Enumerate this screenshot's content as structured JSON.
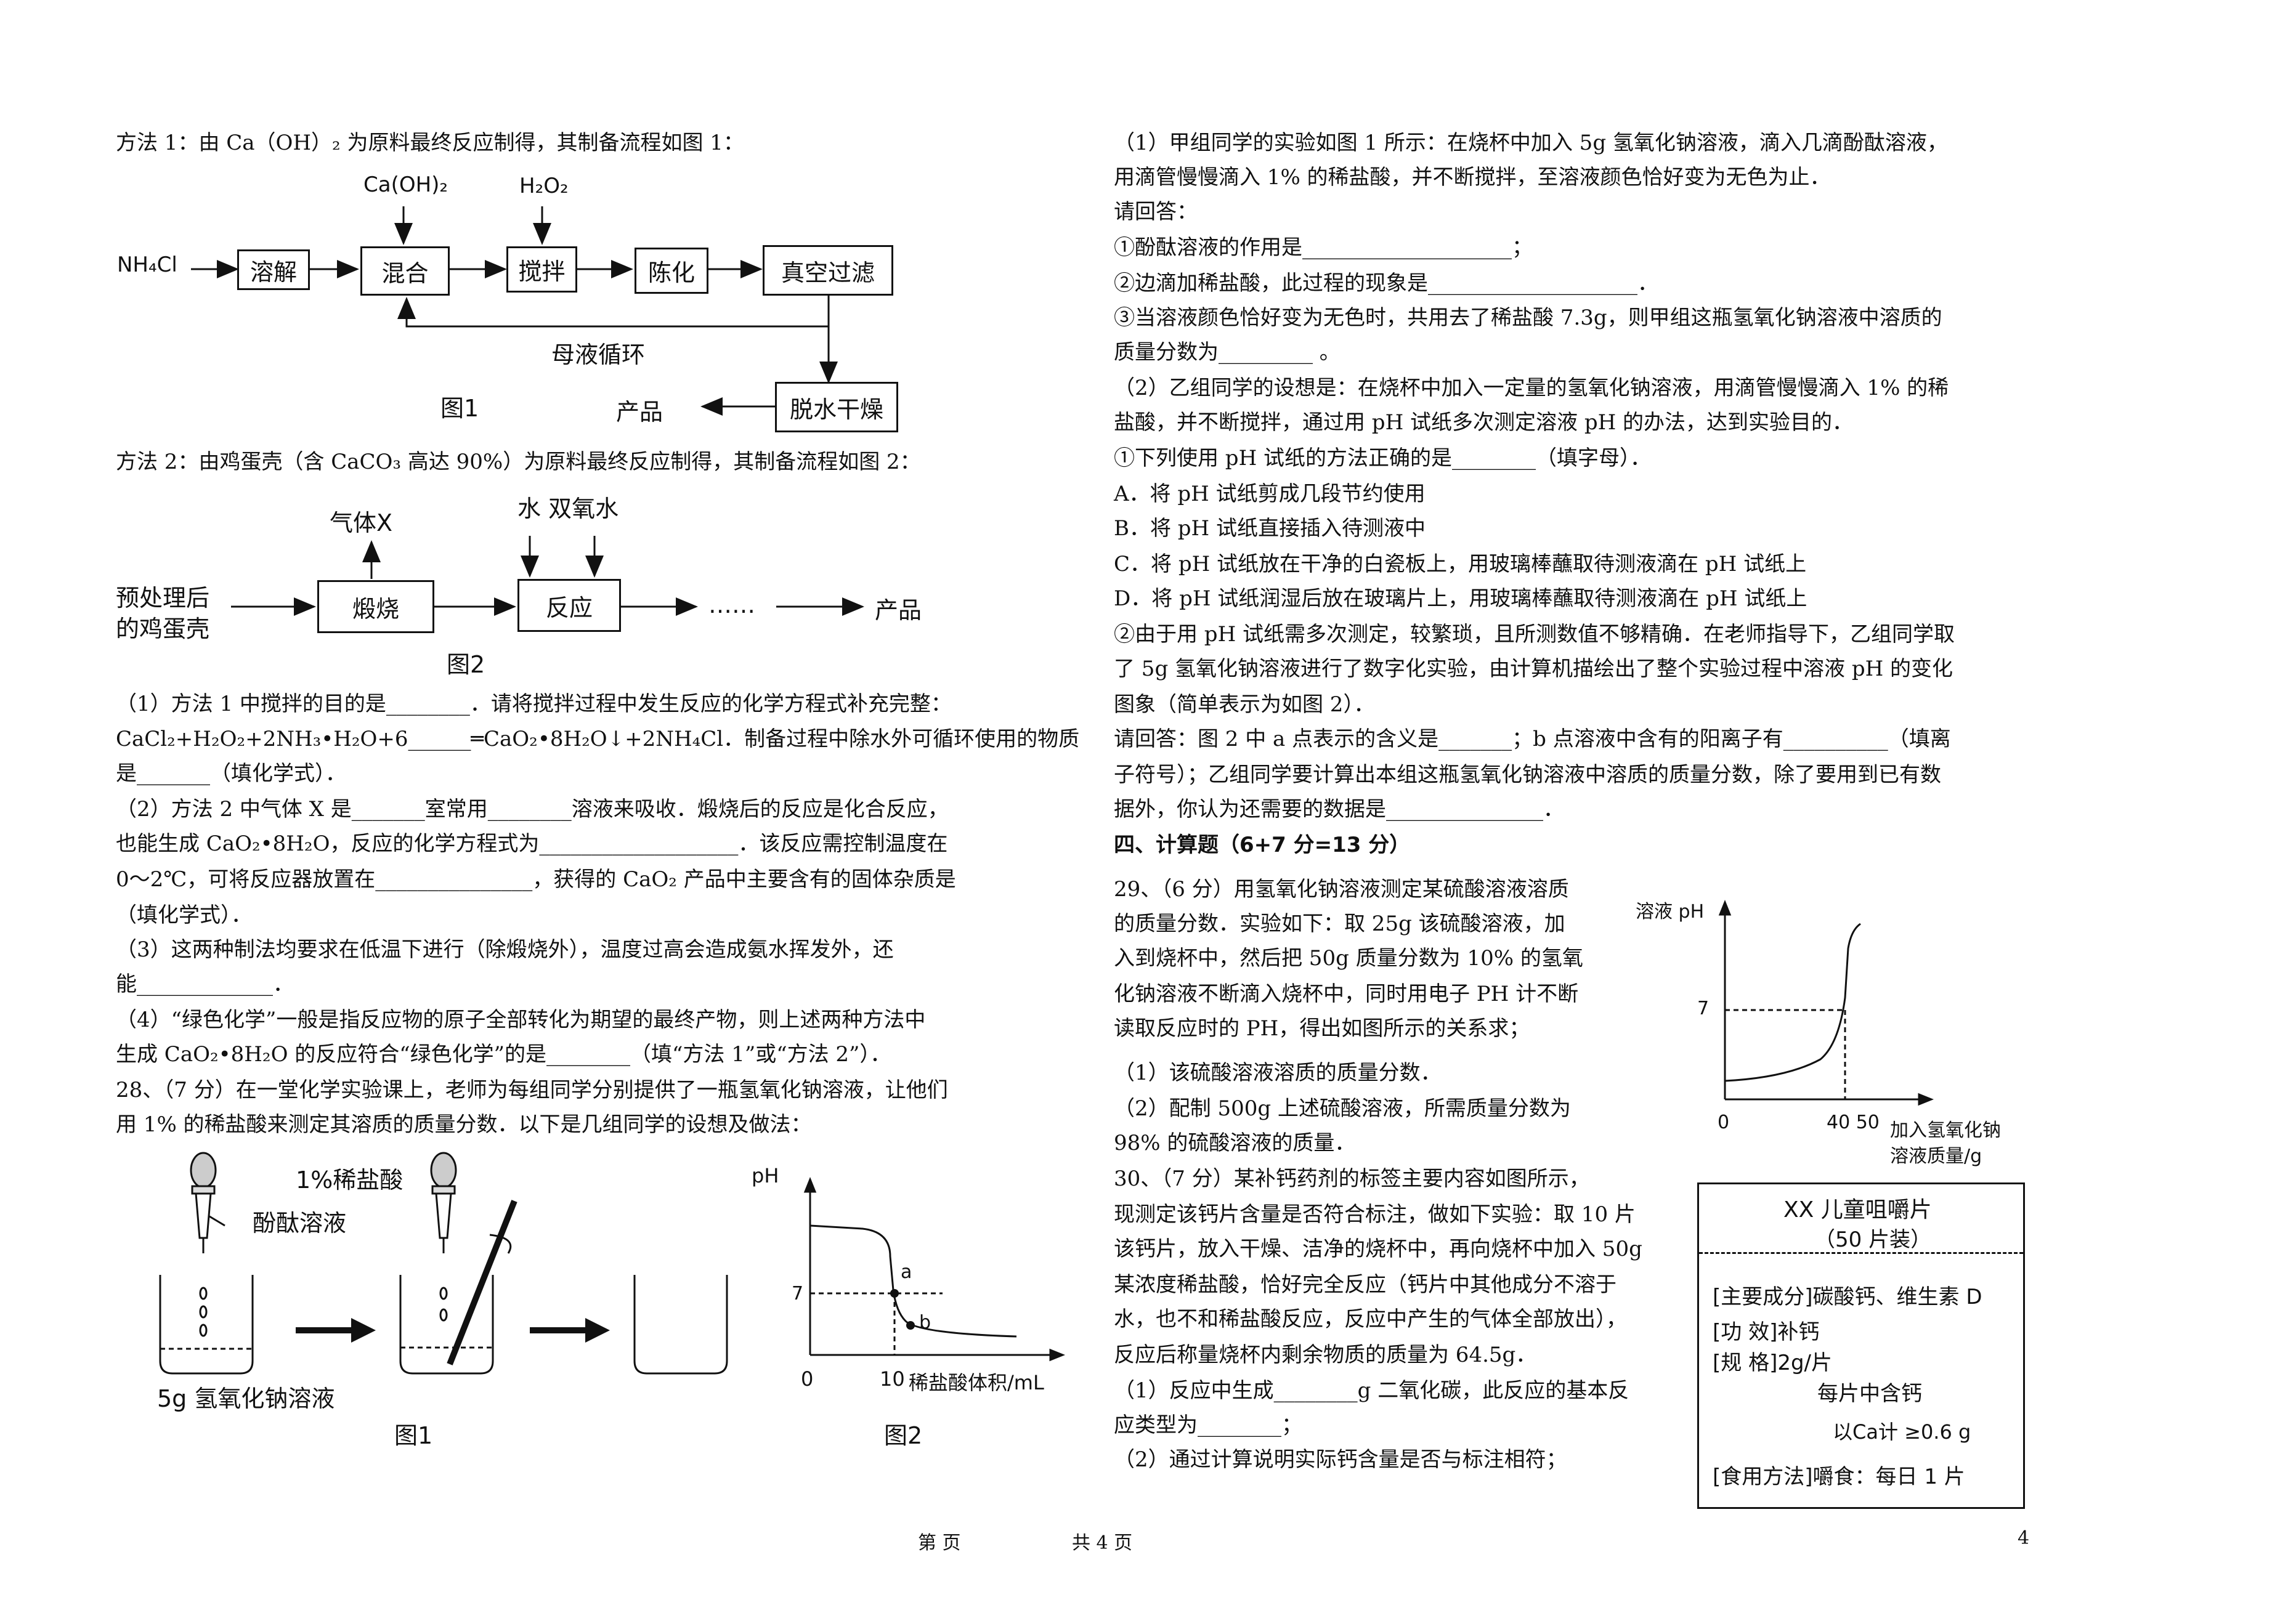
{
  "left": {
    "method1_intro": "方法 1：由 Ca（OH）₂ 为原料最终反应制得，其制备流程如图 1：",
    "fig1": {
      "nh4cl": "NH₄Cl",
      "b_dissolve": "溶解",
      "b_mix": "混合",
      "b_stir": "搅拌",
      "b_age": "陈化",
      "b_filter": "真空过滤",
      "b_dry": "脱水干燥",
      "caoh2": "Ca(OH)₂",
      "h2o2": "H₂O₂",
      "mother_liquor": "母液循环",
      "product": "产品",
      "caption": "图1"
    },
    "method2_intro": "方法 2：由鸡蛋壳（含 CaCO₃ 高达 90%）为原料最终反应制得，其制备流程如图 2：",
    "fig2": {
      "gas_x": "气体X",
      "water_h2o2": "水 双氧水",
      "eggshell_1": "预处理后",
      "eggshell_2": "的鸡蛋壳",
      "b_calcine": "煅烧",
      "b_react": "反应",
      "dots": "……",
      "product": "产品",
      "caption": "图2"
    },
    "lines": [
      "（1）方法 1 中搅拌的目的是________．请将搅拌过程中发生反应的化学方程式补充完整：",
      "CaCl₂+H₂O₂+2NH₃•H₂O+6______═CaO₂•8H₂O↓+2NH₄Cl．制备过程中除水外可循环使用的物质",
      "是_______（填化学式）．",
      "（2）方法 2 中气体 X 是_______室常用________溶液来吸收．煅烧后的反应是化合反应，",
      "也能生成 CaO₂•8H₂O，反应的化学方程式为___________________．该反应需控制温度在",
      "0～2℃，可将反应器放置在_______________，获得的 CaO₂ 产品中主要含有的固体杂质是",
      "（填化学式）．",
      "（3）这两种制法均要求在低温下进行（除煅烧外），温度过高会造成氨水挥发外，还",
      "能_____________．",
      "（4）“绿色化学”一般是指反应物的原子全部转化为期望的最终产物，则上述两种方法中",
      "生成 CaO₂•8H₂O 的反应符合“绿色化学”的是________（填“方法 1”或“方法 2”）．",
      "28、（7 分）在一堂化学实验课上，老师为每组同学分别提供了一瓶氢氧化钠溶液，让他们",
      "    用 1% 的稀盐酸来测定其溶质的质量分数．以下是几组同学的设想及做法："
    ],
    "fig3": {
      "hcl": "1%稀盐酸",
      "phenol": "酚酞溶液",
      "naoh": "5g 氢氧化钠溶液",
      "caption": "图1"
    },
    "fig4": {
      "ylabel": "pH",
      "tick7": "7",
      "tick0": "0",
      "tick10": "10",
      "xlabel": "稀盐酸体积/mL",
      "point_a": "a",
      "point_b": "b",
      "caption": "图2"
    }
  },
  "right": {
    "lines": [
      "（1）甲组同学的实验如图 1 所示：在烧杯中加入 5g 氢氧化钠溶液，滴入几滴酚酞溶液，",
      "用滴管慢慢滴入 1% 的稀盐酸，并不断搅拌，至溶液颜色恰好变为无色为止．",
      "请回答：",
      "①酚酞溶液的作用是____________________；",
      "②边滴加稀盐酸，此过程的现象是____________________．",
      "③当溶液颜色恰好变为无色时，共用去了稀盐酸 7.3g，则甲组这瓶氢氧化钠溶液中溶质的",
      "质量分数为_________ 。",
      "（2）乙组同学的设想是：在烧杯中加入一定量的氢氧化钠溶液，用滴管慢慢滴入 1% 的稀",
      "盐酸，并不断搅拌，通过用 pH 试纸多次测定溶液 pH 的办法，达到实验目的．",
      "①下列使用 pH 试纸的方法正确的是________（填字母）．",
      "A．将 pH 试纸剪成几段节约使用",
      "B．将 pH 试纸直接插入待测液中",
      "C．将 pH 试纸放在干净的白瓷板上，用玻璃棒蘸取待测液滴在 pH 试纸上",
      "D．将 pH 试纸润湿后放在玻璃片上，用玻璃棒蘸取待测液滴在 pH 试纸上",
      "②由于用 pH 试纸需多次测定，较繁琐，且所测数值不够精确．在老师指导下，乙组同学取",
      "了 5g 氢氧化钠溶液进行了数字化实验，由计算机描绘出了整个实验过程中溶液 pH 的变化",
      "图象（简单表示为如图 2）．",
      "请回答：图 2 中 a 点表示的含义是_______；b 点溶液中含有的阳离子有__________（填离",
      "子符号）；乙组同学要计算出本组这瓶氢氧化钠溶液中溶质的质量分数，除了要用到已有数",
      "据外，你认为还需要的数据是_______________．"
    ],
    "section4": "四、计算题（6+7 分=13 分）",
    "q29": [
      "29、（6 分）用氢氧化钠溶液测定某硫酸溶液溶质",
      "的质量分数．实验如下：取 25g 该硫酸溶液，加",
      "入到烧杯中，然后把 50g 质量分数为 10% 的氢氧",
      "化钠溶液不断滴入烧杯中，同时用电子 PH 计不断",
      "读取反应时的 PH，得出如图所示的关系求；",
      "（1）该硫酸溶液溶质的质量分数．",
      "（2）配制 500g 上述硫酸溶液，所需质量分数为",
      "        98% 的硫酸溶液的质量．"
    ],
    "fig5": {
      "ylabel": "溶液 pH",
      "tick7": "7",
      "tick0": "0",
      "tick4050": "40 50",
      "xlabel1": "加入氢氧化钠",
      "xlabel2": "溶液质量/g"
    },
    "q30": [
      "30、（7 分）某补钙药剂的标签主要内容如图所示，",
      "现测定该钙片含量是否符合标注，做如下实验：取 10 片",
      "该钙片，放入干燥、洁净的烧杯中，再向烧杯中加入 50g",
      "某浓度稀盐酸，恰好完全反应（钙片中其他成分不溶于",
      "水，也不和稀盐酸反应，反应中产生的气体全部放出），",
      "反应后称量烧杯内剩余物质的质量为 64.5g．",
      "（1）反应中生成________g 二氧化碳，此反应的基本反",
      "应类型为________；",
      "（2）通过计算说明实际钙含量是否与标注相符；"
    ],
    "label": {
      "title": "XX 儿童咀嚼片",
      "subtitle": "（50 片装）",
      "ingredients": "[主要成分]碳酸钙、维生素 D",
      "function": "[功    效]补钙",
      "spec": "[规    格]2g/片",
      "per_tablet": "每片中含钙",
      "ca_amount": "以Ca计 ≥0.6 g",
      "usage": "[食用方法]嚼食：每日 1 片"
    }
  },
  "footer": {
    "page_of": "第    页",
    "total": "共 4 页",
    "number": "4"
  }
}
